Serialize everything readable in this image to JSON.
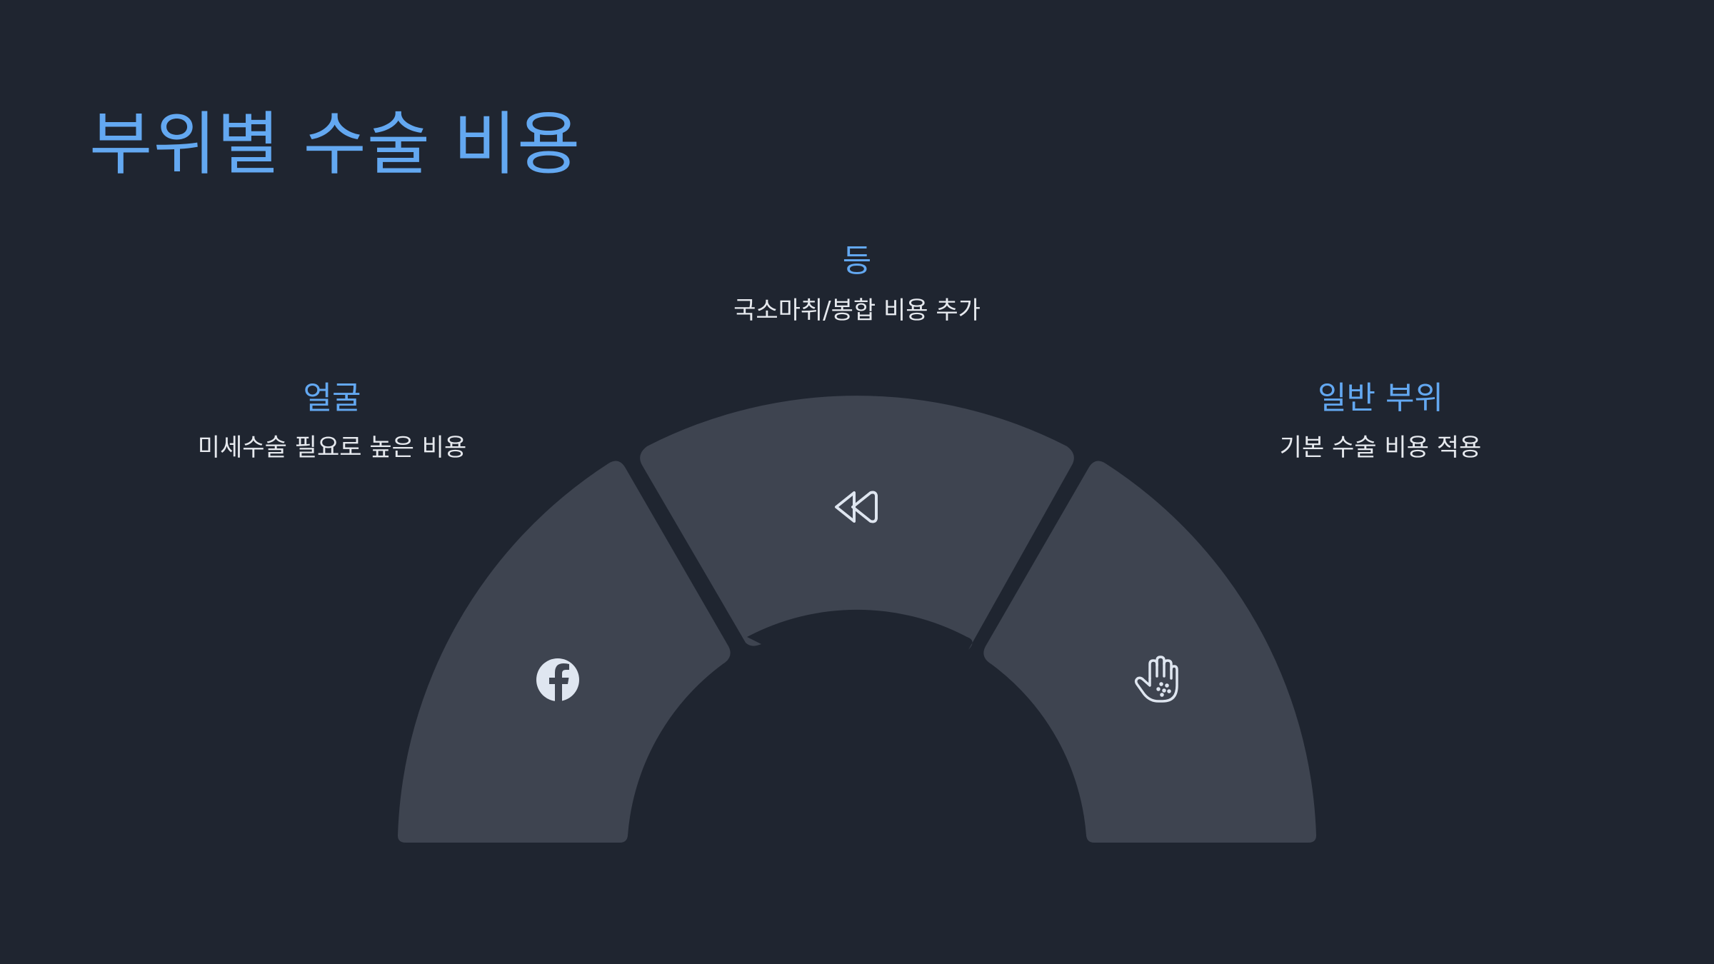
{
  "title": "부위별 수술 비용",
  "segments": [
    {
      "id": "face",
      "title": "얼굴",
      "description": "미세수술 필요로 높은 비용",
      "icon": "facebook-icon"
    },
    {
      "id": "back",
      "title": "등",
      "description": "국소마취/봉합 비용 추가",
      "icon": "rewind-icon"
    },
    {
      "id": "general",
      "title": "일반 부위",
      "description": "기본 수술 비용 적용",
      "icon": "hand-icon"
    }
  ],
  "colors": {
    "background": "#1f2530",
    "segment": "#3e4450",
    "accent": "#63a8f1",
    "text": "#e6e9ee",
    "icon": "#dfe6f0"
  }
}
